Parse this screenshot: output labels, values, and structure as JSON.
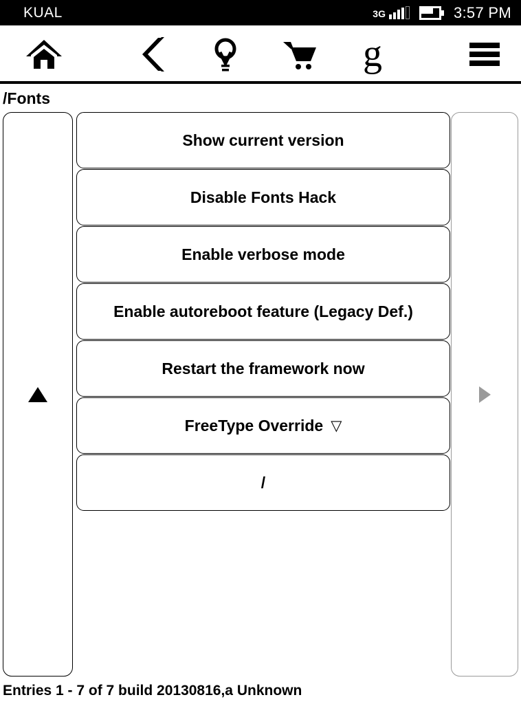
{
  "statusbar": {
    "app_title": "KUAL",
    "network_label": "3G",
    "signal_bars_filled": 4,
    "signal_bars_total": 5,
    "battery_percent": 65,
    "clock": "3:57 PM",
    "background_color": "#000000",
    "foreground_color": "#ffffff"
  },
  "toolbar": {
    "items": [
      {
        "name": "home-icon",
        "label": "Home"
      },
      {
        "name": "back-icon",
        "label": "Back"
      },
      {
        "name": "lightbulb-icon",
        "label": "Light"
      },
      {
        "name": "cart-icon",
        "label": "Store"
      },
      {
        "name": "goodreads-icon",
        "label": "g"
      },
      {
        "name": "menu-icon",
        "label": "Menu"
      }
    ]
  },
  "breadcrumb": {
    "path": "/Fonts"
  },
  "navigation": {
    "left_panel": {
      "arrow": "up-triangle",
      "enabled": true,
      "color": "#000000"
    },
    "right_panel": {
      "arrow": "right-triangle",
      "enabled": false,
      "color": "#9a9a9a"
    }
  },
  "menu": {
    "items": [
      {
        "label": "Show current version",
        "submenu": false
      },
      {
        "label": "Disable Fonts Hack",
        "submenu": false
      },
      {
        "label": "Enable verbose mode",
        "submenu": false
      },
      {
        "label": "Enable autoreboot feature (Legacy Def.)",
        "submenu": false
      },
      {
        "label": "Restart the framework now",
        "submenu": false
      },
      {
        "label": "FreeType Override",
        "submenu": true,
        "submenu_glyph": "▽"
      },
      {
        "label": "/",
        "submenu": false
      }
    ]
  },
  "footer": {
    "status": "Entries 1 - 7 of 7 build 20130816,a Unknown"
  }
}
